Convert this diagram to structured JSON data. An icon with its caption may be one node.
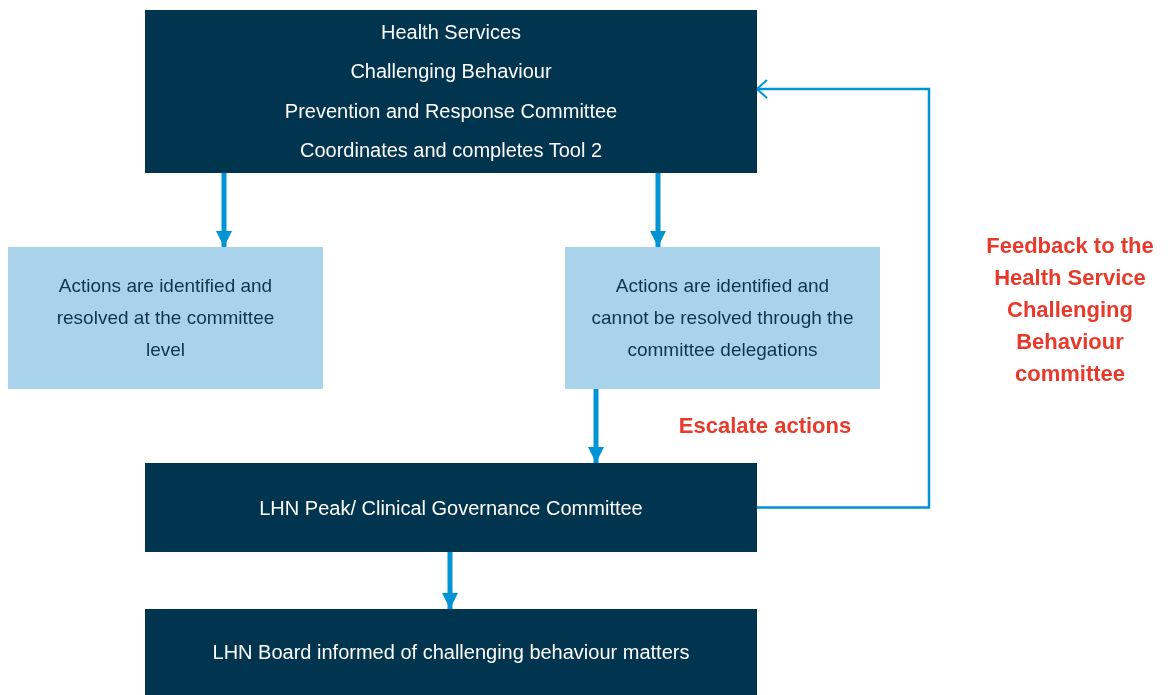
{
  "diagram": {
    "nodes": [
      {
        "text": [
          "Health Services",
          "Challenging Behaviour",
          "Prevention and Response Committee",
          "Coordinates and completes Tool 2"
        ]
      },
      {
        "text": [
          "Actions are identified and resolved at the committee level"
        ]
      },
      {
        "text": [
          "Actions are identified and cannot be resolved through the committee delegations"
        ]
      },
      {
        "text": [
          "LHN Peak/ Clinical Governance Committee"
        ]
      },
      {
        "text": [
          "LHN Board informed of challenging behaviour matters"
        ]
      }
    ],
    "edges": [
      {
        "from": 0,
        "to": 1,
        "arrow": "to"
      },
      {
        "from": 0,
        "to": 2,
        "arrow": "to"
      },
      {
        "from": 2,
        "to": 3,
        "arrow": "to",
        "label": "Escalate actions"
      },
      {
        "from": 3,
        "to": 4,
        "arrow": "to"
      },
      {
        "from": 3,
        "to": 0,
        "arrow": "to",
        "label": "Feedback to the Health Service Challenging Behaviour committee"
      }
    ]
  }
}
